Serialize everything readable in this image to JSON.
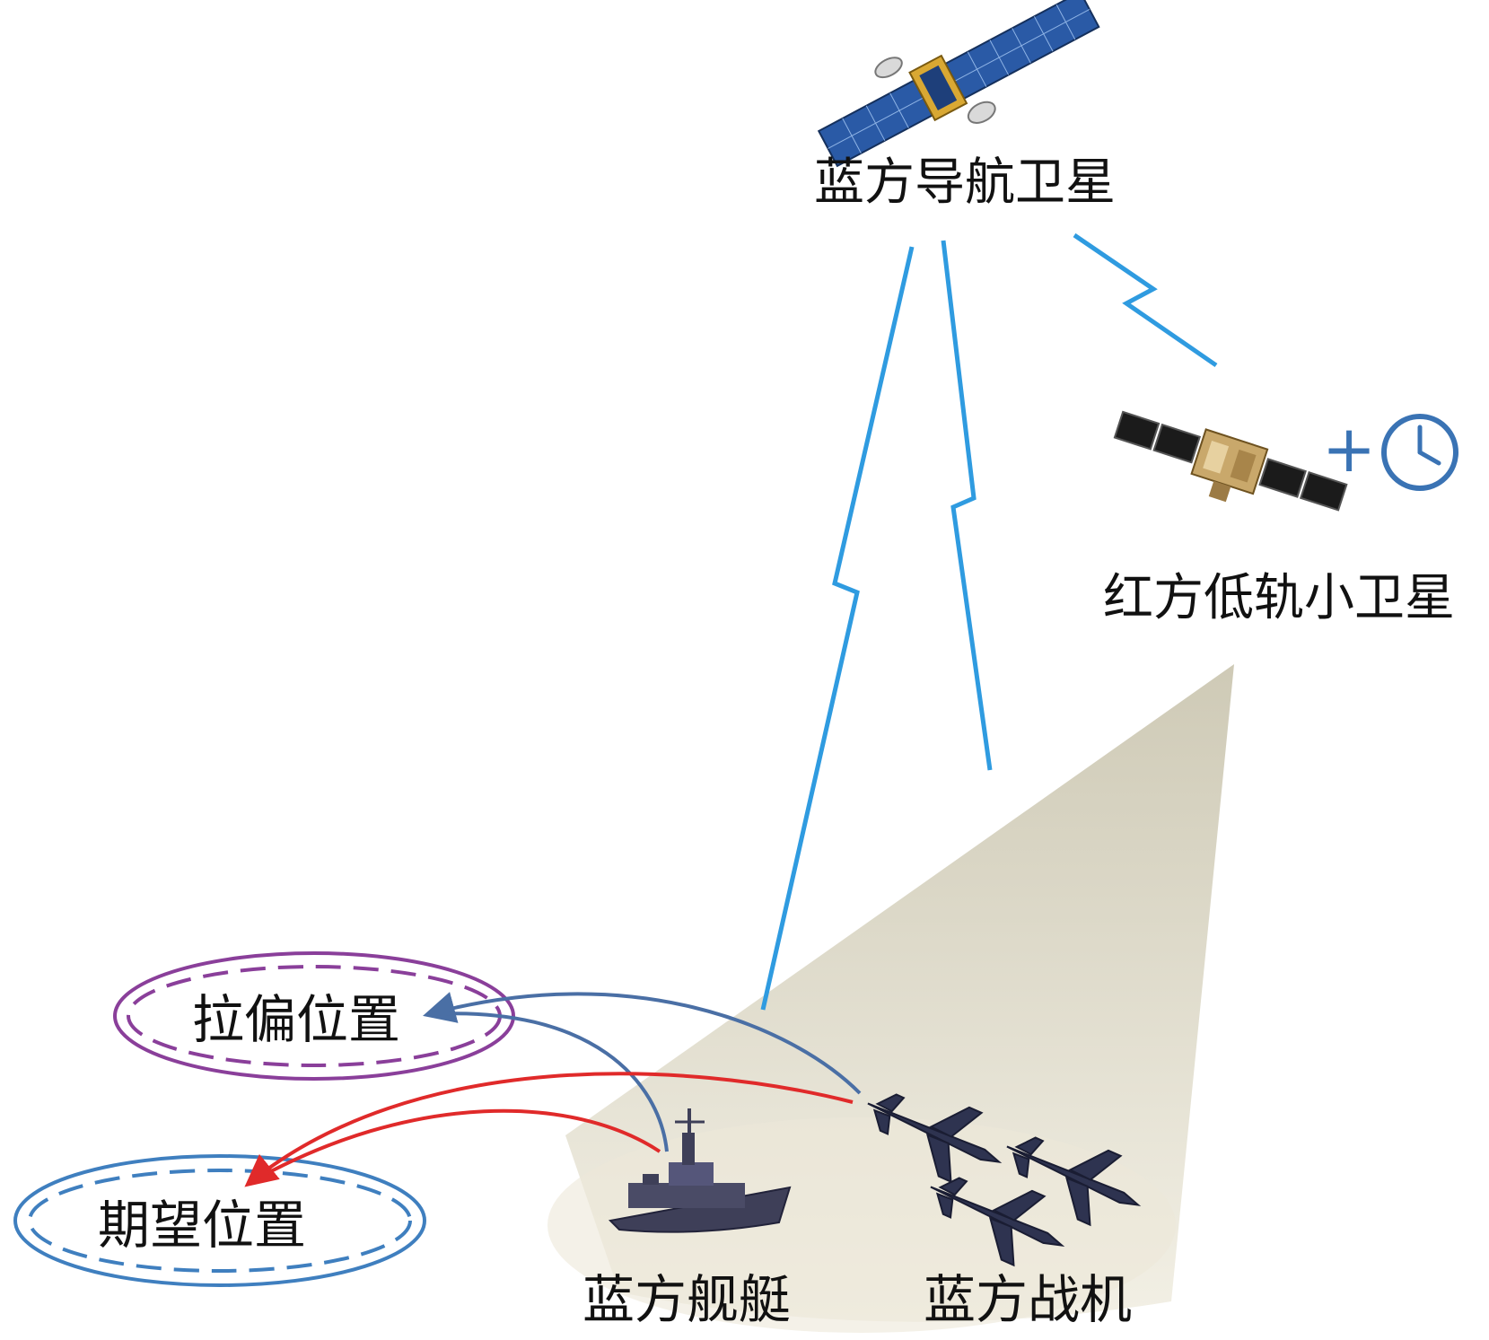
{
  "labels": {
    "blue_nav_satellite": "蓝方导航卫星",
    "red_leo_smallsat": "红方低轨小卫星",
    "spoofed_position": "拉偏位置",
    "expected_position": "期望位置",
    "blue_ship": "蓝方舰艇",
    "blue_fighters": "蓝方战机"
  },
  "symbols": {
    "plus_sign": "+",
    "clock_icon": "clock-icon"
  },
  "colors": {
    "signal_blue": "#2f9be0",
    "clock_blue": "#3a73b4",
    "spoof_arrow": "#4a6fa5",
    "true_arrow": "#e02a2a",
    "spoof_ring": "#8a3f9a",
    "expected_ring": "#3f7fbf",
    "beam_fill": "#d7d2bd"
  }
}
